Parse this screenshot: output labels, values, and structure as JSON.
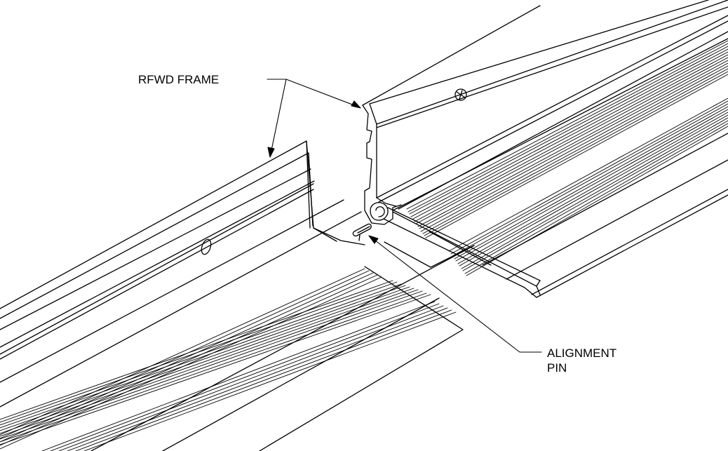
{
  "diagram": {
    "callouts": {
      "frame_label": "RFWD FRAME",
      "pin_label_line1": "ALIGNMENT",
      "pin_label_line2": "PIN"
    },
    "colors": {
      "line": "#000000",
      "background": "#ffffff",
      "groove": "#000000"
    }
  }
}
